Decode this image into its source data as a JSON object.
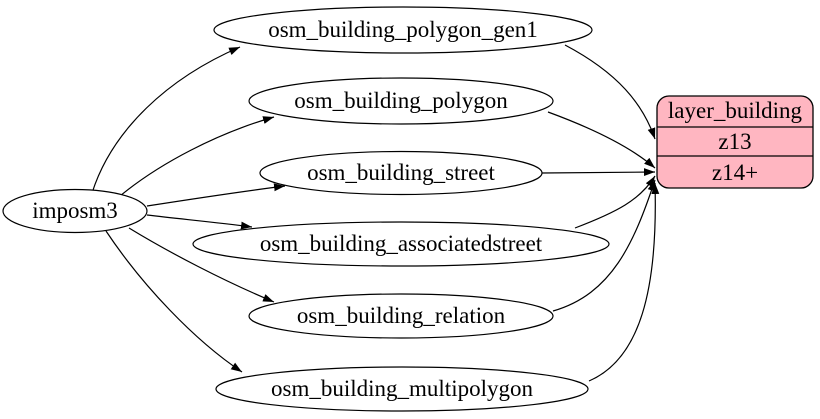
{
  "diagram": {
    "type": "graphviz-digraph-lr",
    "background_color": "#ffffff",
    "edge_color": "#000000",
    "table_node_fill": "#ffffff",
    "node_stroke_color": "#000000",
    "source_node": {
      "label": "imposm3"
    },
    "table_nodes": [
      {
        "label": "osm_building_polygon_gen1"
      },
      {
        "label": "osm_building_polygon"
      },
      {
        "label": "osm_building_street"
      },
      {
        "label": "osm_building_associatedstreet"
      },
      {
        "label": "osm_building_relation"
      },
      {
        "label": "osm_building_multipolygon"
      }
    ],
    "layer_node": {
      "title": "layer_building",
      "fill": "#ffb6c1",
      "rows": [
        "z13",
        "z14+"
      ]
    },
    "edges": [
      {
        "from": "imposm3",
        "to": "osm_building_polygon_gen1"
      },
      {
        "from": "imposm3",
        "to": "osm_building_polygon"
      },
      {
        "from": "imposm3",
        "to": "osm_building_street"
      },
      {
        "from": "imposm3",
        "to": "osm_building_associatedstreet"
      },
      {
        "from": "imposm3",
        "to": "osm_building_relation"
      },
      {
        "from": "imposm3",
        "to": "osm_building_multipolygon"
      },
      {
        "from": "osm_building_polygon_gen1",
        "to": "layer_building:z13"
      },
      {
        "from": "osm_building_polygon",
        "to": "layer_building:z14+"
      },
      {
        "from": "osm_building_street",
        "to": "layer_building:z14+"
      },
      {
        "from": "osm_building_associatedstreet",
        "to": "layer_building:z14+"
      },
      {
        "from": "osm_building_relation",
        "to": "layer_building:z14+"
      },
      {
        "from": "osm_building_multipolygon",
        "to": "layer_building:z14+"
      }
    ]
  }
}
